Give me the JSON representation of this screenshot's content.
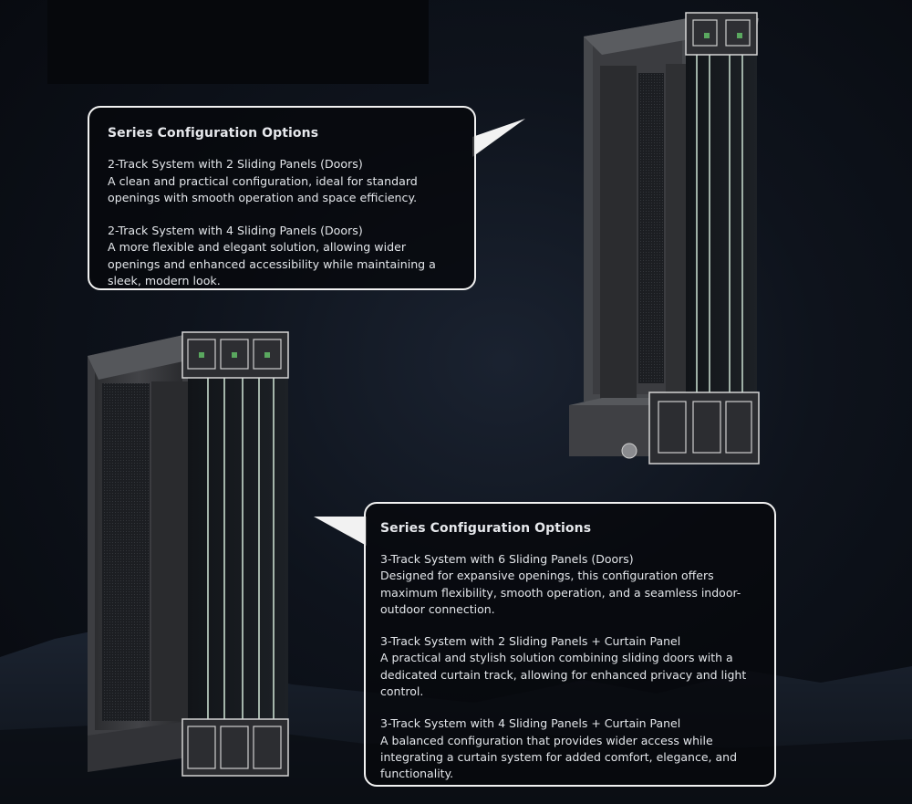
{
  "callouts": [
    {
      "title": "Series Configuration Options",
      "options": [
        {
          "name": "2-Track System with 2 Sliding Panels (Doors)",
          "description": "A clean and practical configuration, ideal for standard openings with smooth operation and space efficiency."
        },
        {
          "name": "2-Track System with 4 Sliding Panels (Doors)",
          "description": "A more flexible and elegant solution, allowing wider openings and enhanced accessibility while maintaining a sleek, modern look."
        }
      ]
    },
    {
      "title": "Series Configuration Options",
      "options": [
        {
          "name": "3-Track System with 6 Sliding Panels (Doors)",
          "description": "Designed for expansive openings, this configuration offers maximum flexibility, smooth operation, and a seamless indoor-outdoor connection."
        },
        {
          "name": "3-Track System with 2 Sliding Panels + Curtain Panel",
          "description": "A practical and stylish solution combining sliding doors with a dedicated curtain track, allowing for enhanced privacy and light control."
        },
        {
          "name": "3-Track System with 4 Sliding Panels + Curtain Panel",
          "description": "A balanced configuration that provides wider access while integrating a curtain system for added comfort, elegance, and functionality."
        }
      ]
    }
  ],
  "colors": {
    "background": "#0b0e15",
    "frame": "#3a3b3e",
    "frame_light": "#6b6d72",
    "border": "#f2f2f2",
    "text": "#e6e8ec"
  }
}
